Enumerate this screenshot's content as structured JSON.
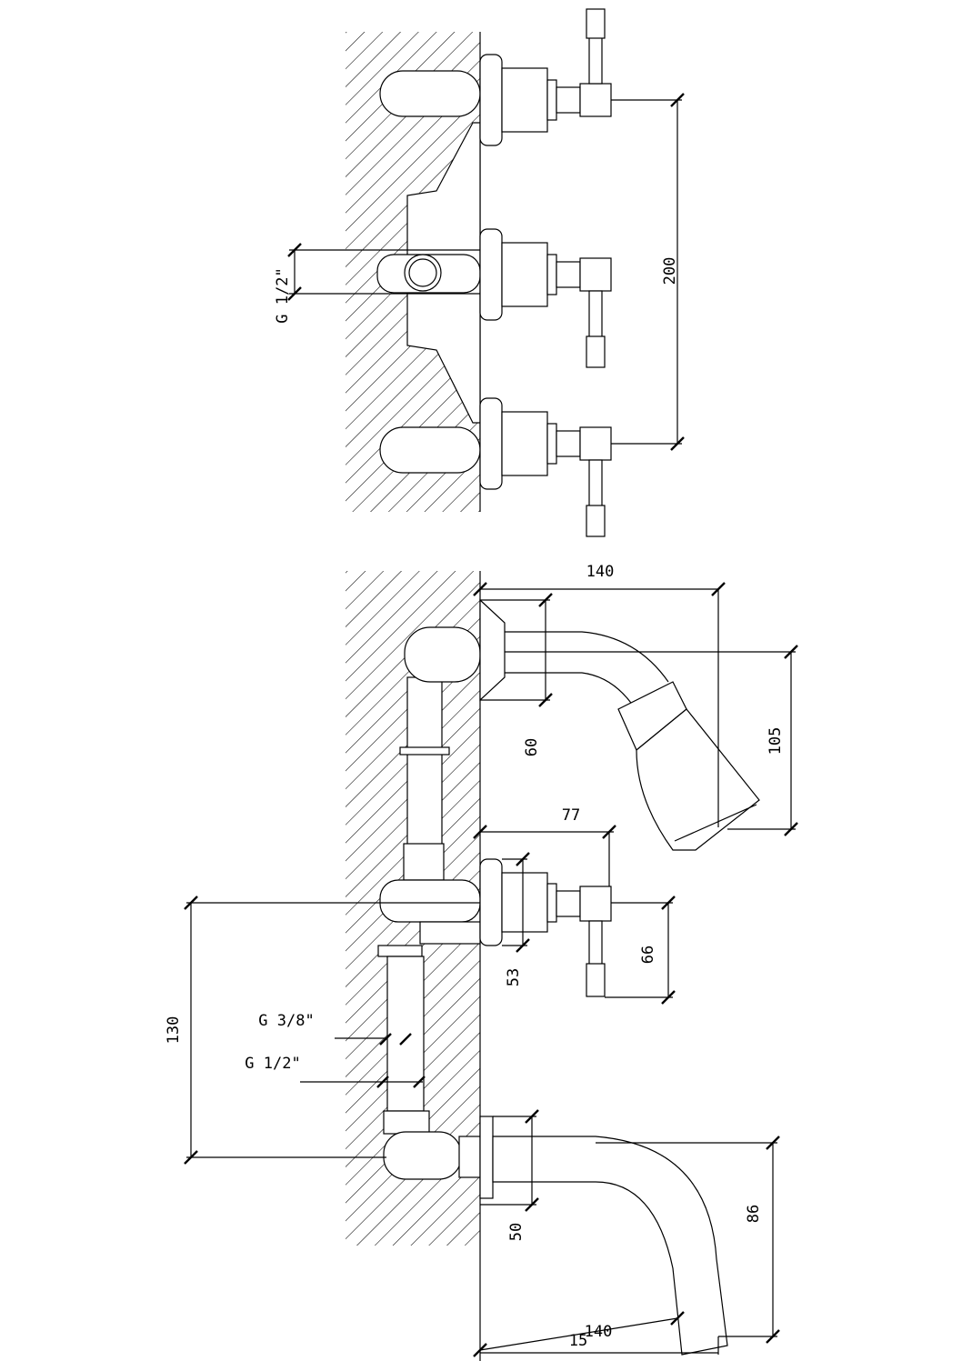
{
  "top_view": {
    "connection_label": "G 1/2\"",
    "spacing_label": "200"
  },
  "side_view": {
    "shower_reach_label": "140",
    "flange_height_label": "60",
    "shower_drop_label": "105",
    "valve_reach_label": "77",
    "handle_drop_label": "66",
    "flange_label": "53",
    "overall_height_label": "130",
    "inlet_small_label": "G 3/8\"",
    "inlet_large_label": "G 1/2\"",
    "spout_flange_label": "50",
    "spout_drop_label": "86",
    "spout_angle_label": "15",
    "spout_reach_label": "140"
  },
  "colors": {
    "line": "#000000",
    "background": "#ffffff"
  }
}
